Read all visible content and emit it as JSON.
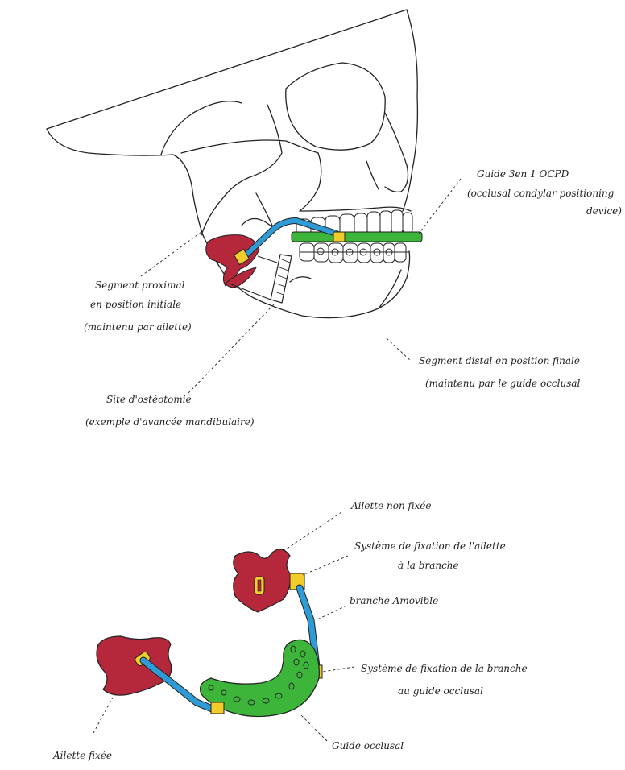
{
  "colors": {
    "ink": "#222222",
    "aileron": "#b5283c",
    "arm": "#2f9bd6",
    "guide": "#3db53a",
    "fixation": "#f2cc2a",
    "paper": "#ffffff"
  },
  "top_diagram": {
    "guide_label_1": "Guide 3en 1     OCPD",
    "guide_label_2": "(occlusal condylar positioning",
    "guide_label_3": "device)",
    "proximal_label_1": "Segment proximal",
    "proximal_label_2": "en position initiale",
    "proximal_label_3": "(maintenu par ailette)",
    "distal_label_1": "Segment distal en position finale",
    "distal_label_2": "(maintenu par le guide occlusal",
    "osteotomy_label_1": "Site d'ostéotomie",
    "osteotomy_label_2": "(exemple d'avancée mandibulaire)"
  },
  "bottom_diagram": {
    "aileron_free_label": "Ailette non fixée",
    "aileron_fixation_label_1": "Système de fixation de l'ailette",
    "aileron_fixation_label_2": "à la branche",
    "arm_label": "branche Amovible",
    "guide_fixation_label_1": "Système de fixation de la branche",
    "guide_fixation_label_2": "au guide occlusal",
    "guide_label": "Guide occlusal",
    "aileron_fixed_label": "Ailette fixée"
  }
}
